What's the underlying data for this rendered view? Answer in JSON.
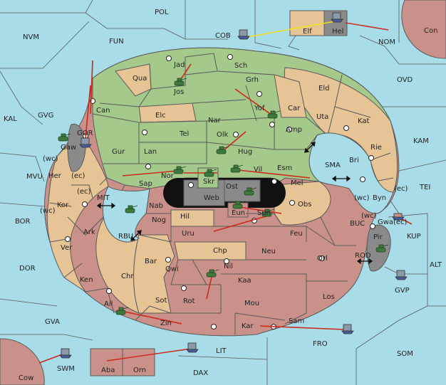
{
  "colors": {
    "sea": "#a8dce8",
    "green": "#a5c98a",
    "tan": "#e6c496",
    "rose": "#c9918a",
    "gray": "#8a8a8a",
    "dark": "#111111",
    "order_arrow": "#cc2a1a",
    "convoy_line": "#f2e218"
  },
  "icons": {
    "army": "tank-icon",
    "fleet": "ship-icon",
    "supply_center": "supply-dot-icon",
    "coast_arrow": "double-arrow-icon"
  },
  "sea_labels": [
    {
      "key": "POL",
      "text": "POL"
    },
    {
      "key": "NVM",
      "text": "NVM"
    },
    {
      "key": "FUN",
      "text": "FUN"
    },
    {
      "key": "COB",
      "text": "COB"
    },
    {
      "key": "NOM",
      "text": "NOM"
    },
    {
      "key": "Con",
      "text": "Con"
    },
    {
      "key": "OVD",
      "text": "OVD"
    },
    {
      "key": "KAL",
      "text": "KAL"
    },
    {
      "key": "GVG",
      "text": "GVG"
    },
    {
      "key": "KAM",
      "text": "KAM"
    },
    {
      "key": "MVU",
      "text": "MVU"
    },
    {
      "key": "SMA",
      "text": "SMA"
    },
    {
      "key": "TEI",
      "text": "TEI"
    },
    {
      "key": "MIT",
      "text": "MIT"
    },
    {
      "key": "BOR",
      "text": "BOR"
    },
    {
      "key": "RBU",
      "text": "RBU"
    },
    {
      "key": "BUC",
      "text": "BUC"
    },
    {
      "key": "KUP",
      "text": "KUP"
    },
    {
      "key": "DOR",
      "text": "DOR"
    },
    {
      "key": "ROD",
      "text": "ROD"
    },
    {
      "key": "ALT",
      "text": "ALT"
    },
    {
      "key": "GVA",
      "text": "GVA"
    },
    {
      "key": "FRO",
      "text": "FRO"
    },
    {
      "key": "SOM",
      "text": "SOM"
    },
    {
      "key": "LIT",
      "text": "LIT"
    },
    {
      "key": "SWM",
      "text": "SWM"
    },
    {
      "key": "DAX",
      "text": "DAX"
    },
    {
      "key": "GVP",
      "text": "GVP"
    }
  ],
  "land_labels": [
    {
      "key": "Elf",
      "text": "Elf"
    },
    {
      "key": "Hel",
      "text": "Hel"
    },
    {
      "key": "Jad",
      "text": "Jad"
    },
    {
      "key": "Sch",
      "text": "Sch"
    },
    {
      "key": "Qua",
      "text": "Qua"
    },
    {
      "key": "Jos",
      "text": "Jos"
    },
    {
      "key": "Grh",
      "text": "Grh"
    },
    {
      "key": "Eld",
      "text": "Eld"
    },
    {
      "key": "Can",
      "text": "Can"
    },
    {
      "key": "Yof",
      "text": "Yof"
    },
    {
      "key": "Car",
      "text": "Car"
    },
    {
      "key": "Elc",
      "text": "Elc"
    },
    {
      "key": "Nar",
      "text": "Nar"
    },
    {
      "key": "Uta",
      "text": "Uta"
    },
    {
      "key": "Kat",
      "text": "Kat"
    },
    {
      "key": "GOR",
      "text": "GOR"
    },
    {
      "key": "Tel",
      "text": "Tel"
    },
    {
      "key": "Olk",
      "text": "Olk"
    },
    {
      "key": "Amp",
      "text": "Amp"
    },
    {
      "key": "Gaw",
      "text": "Gaw"
    },
    {
      "key": "Gur",
      "text": "Gur"
    },
    {
      "key": "Lan",
      "text": "Lan"
    },
    {
      "key": "Hug",
      "text": "Hug"
    },
    {
      "key": "Rie",
      "text": "Rie"
    },
    {
      "key": "Bri",
      "text": "Bri"
    },
    {
      "key": "Esm",
      "text": "Esm"
    },
    {
      "key": "wc1",
      "text": "(wc)"
    },
    {
      "key": "Her",
      "text": "Her"
    },
    {
      "key": "ec1",
      "text": "(ec)"
    },
    {
      "key": "Nor",
      "text": "Nor"
    },
    {
      "key": "Skr",
      "text": "Skr"
    },
    {
      "key": "Vil",
      "text": "Vil"
    },
    {
      "key": "Sap",
      "text": "Sap"
    },
    {
      "key": "Mel",
      "text": "Mel"
    },
    {
      "key": "ec2",
      "text": "(ec)"
    },
    {
      "key": "Ost",
      "text": "Ost"
    },
    {
      "key": "Web",
      "text": "Web"
    },
    {
      "key": "Kor",
      "text": "Kor"
    },
    {
      "key": "ec3",
      "text": "(ec)"
    },
    {
      "key": "wc2",
      "text": "(wc)"
    },
    {
      "key": "Byn",
      "text": "Byn"
    },
    {
      "key": "Nab",
      "text": "Nab"
    },
    {
      "key": "Obs",
      "text": "Obs"
    },
    {
      "key": "wc3",
      "text": "(wc)"
    },
    {
      "key": "wc4",
      "text": "(wc)"
    },
    {
      "key": "Eun",
      "text": "Eun"
    },
    {
      "key": "Sun",
      "text": "Sun"
    },
    {
      "key": "Gwa",
      "text": "Gwa"
    },
    {
      "key": "Hil",
      "text": "Hil"
    },
    {
      "key": "ec4",
      "text": "(ec)"
    },
    {
      "key": "Nog",
      "text": "Nog"
    },
    {
      "key": "Ark",
      "text": "Ark"
    },
    {
      "key": "Uru",
      "text": "Uru"
    },
    {
      "key": "Feu",
      "text": "Feu"
    },
    {
      "key": "Pir",
      "text": "Pir"
    },
    {
      "key": "Ver",
      "text": "Ver"
    },
    {
      "key": "Chp",
      "text": "Chp"
    },
    {
      "key": "Neu",
      "text": "Neu"
    },
    {
      "key": "Orl",
      "text": "Orl"
    },
    {
      "key": "Bar",
      "text": "Bar"
    },
    {
      "key": "Qwi",
      "text": "Qwi"
    },
    {
      "key": "Nil",
      "text": "Nil"
    },
    {
      "key": "Chr",
      "text": "Chr"
    },
    {
      "key": "Ken",
      "text": "Ken"
    },
    {
      "key": "Kaa",
      "text": "Kaa"
    },
    {
      "key": "Sot",
      "text": "Sot"
    },
    {
      "key": "Rot",
      "text": "Rot"
    },
    {
      "key": "Los",
      "text": "Los"
    },
    {
      "key": "Mou",
      "text": "Mou"
    },
    {
      "key": "Ail",
      "text": "Ail"
    },
    {
      "key": "Zin",
      "text": "Zin"
    },
    {
      "key": "Kar",
      "text": "Kar"
    },
    {
      "key": "Sam",
      "text": "Sam"
    },
    {
      "key": "Cow",
      "text": "Cow"
    },
    {
      "key": "Aba",
      "text": "Aba"
    },
    {
      "key": "Orn",
      "text": "Orn"
    }
  ]
}
